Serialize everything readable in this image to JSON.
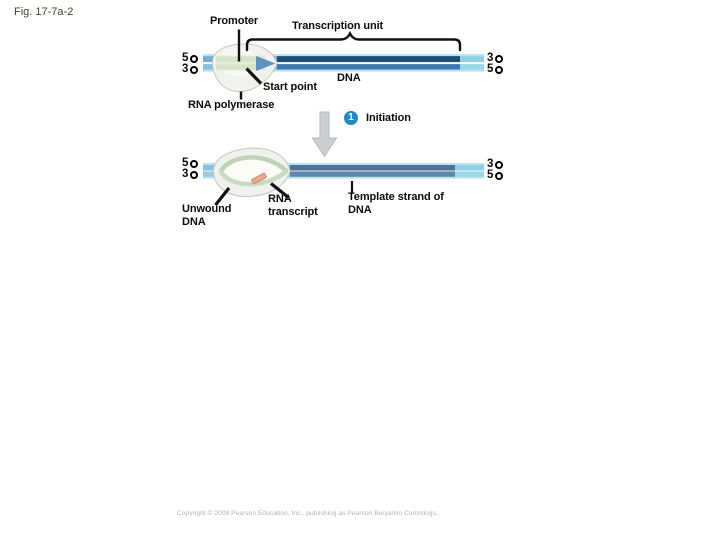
{
  "figure": {
    "label": "Fig. 17-7a-2"
  },
  "diagram1": {
    "promoter": "Promoter",
    "transcription_unit": "Transcription unit",
    "dna": "DNA",
    "start_point": "Start point",
    "rna_polymerase": "RNA polymerase",
    "ends": {
      "left_top": "5",
      "left_bottom": "3",
      "right_top": "3",
      "right_bottom": "5"
    }
  },
  "step1": {
    "number": "1",
    "label": "Initiation"
  },
  "diagram2": {
    "unwound_dna": "Unwound DNA",
    "rna_transcript": "RNA transcript",
    "template_strand": "Template strand of DNA",
    "ends": {
      "left_top": "5",
      "left_bottom": "3",
      "right_top": "3",
      "right_bottom": "5"
    }
  },
  "footer": {
    "copyright": "Copyright © 2008 Pearson Education, Inc., publishing as Pearson Benjamin Cummings."
  },
  "colors": {
    "dna_dark_strand": "#1d5078",
    "dna_mid_strand": "#3c77ad",
    "dna_light_edge": "#bce3f0",
    "dna_faded_end": "#8ed0e6",
    "template_top_strand": "#4e7397",
    "template_bottom_strand": "#5f86ae",
    "polymerase_gray": "#f1f1ee",
    "unwound_green": "#c2d6ba",
    "rna_transcript_salmon": "#eaa88f",
    "arrow_gray": "#cbced1",
    "badge_blue": "#1e8cc3"
  }
}
